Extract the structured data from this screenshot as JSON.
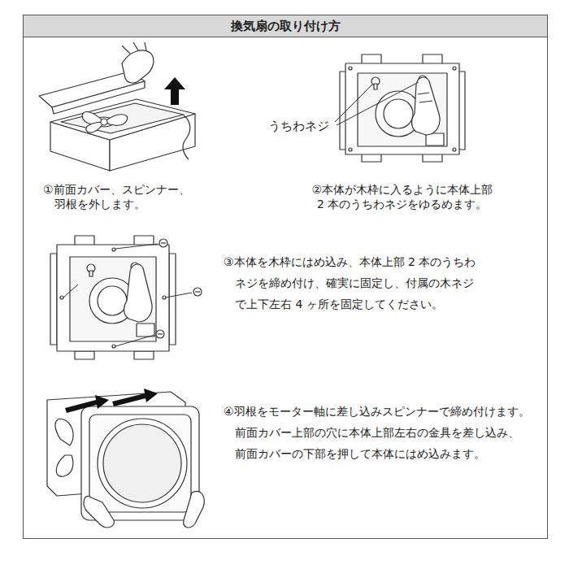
{
  "diagram": {
    "title": "換気扇の取り付け方",
    "labels": [
      "①前面カバー、スピンナー、 羽根を外します。",
      "うちわネジ",
      "②本体が木枠に入るように本体上部 2 本のうちわネジをゆるめます。",
      "③本体を木枠にはめ込み、本体上部 2 本のうちわ ネジを締め付け、確実に固定し、付属の木ネジ で上下左右 4 ヶ所を固定してください。",
      "④羽根をモーター軸に差し込みスピンナーで締め付けます。 前面カバー上部の穴に本体上部左右の金具を差し込み、 前面カバーの下部を押して本体にはめ込みます。"
    ]
  }
}
